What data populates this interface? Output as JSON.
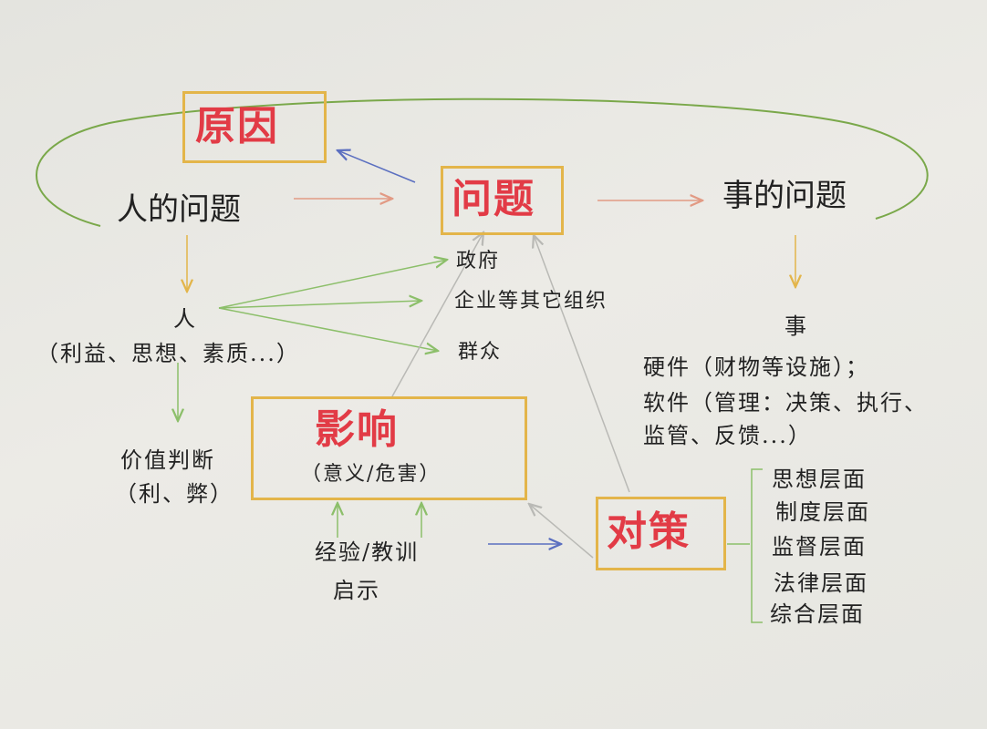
{
  "colors": {
    "accent_red": "#e23b46",
    "box_border": "#e3b54a",
    "ellipse": "#7aa84a",
    "arrow_salmon": "#e29a84",
    "arrow_blue": "#5b6fc0",
    "arrow_yellow": "#e3b54a",
    "arrow_green": "#8cbf6a",
    "line_gray": "#b9b9b5"
  },
  "cause": {
    "label": "原因"
  },
  "problem": {
    "label": "问题"
  },
  "people_problem": {
    "label": "人的问题"
  },
  "thing_problem": {
    "label": "事的问题"
  },
  "person": {
    "label": "人",
    "detail": "（利益、思想、素质...）"
  },
  "subjects": [
    "政府",
    "企业等其它组织",
    "群众"
  ],
  "thing": {
    "label": "事",
    "lines": [
      "硬件（财物等设施）；",
      "软件（管理：决策、执行、",
      "监管、反馈...）"
    ]
  },
  "impact": {
    "label": "影响",
    "detail": "（意义/危害）"
  },
  "value_judgment": {
    "label": "价值判断",
    "detail": "（利、弊）"
  },
  "lessons": {
    "label": "经验/教训",
    "detail": "启示"
  },
  "countermeasure": {
    "label": "对策",
    "levels": [
      "思想层面",
      "制度层面",
      "监督层面",
      "法律层面",
      "综合层面"
    ]
  }
}
